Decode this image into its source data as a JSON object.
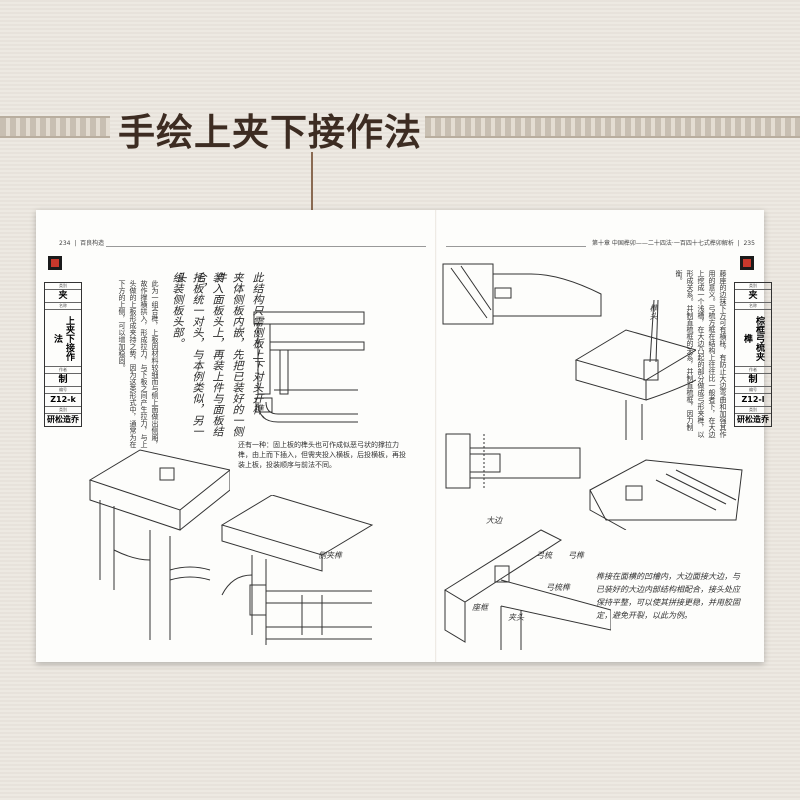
{
  "headline": "手绘上夹下接作法",
  "left_page": {
    "page_number": "234",
    "running_head": "百良构造",
    "sidebar": {
      "category_label": "类别",
      "category": "夹",
      "name_label": "名称",
      "name": "上夹下接作法",
      "author_label": "作者",
      "author": "制",
      "code_label": "编号",
      "code": "Z12-k",
      "type_label": "类别",
      "type": "研松造乔"
    },
    "handwritten_columns": [
      "此结构只需侧板上下对头开榫、",
      "夹体侧板内嵌，先把已装好的一侧件",
      "装入面板头上，再装上件与面板结合，",
      "托板统一对头，与本例类似，另一头",
      "组装侧板头部。"
    ],
    "body_text": "此为一组合榫，上板因材料较细而与侧上面做出侧厢，故作撑横拱入，形成拉力，与下板之间产生拉力，与上头做的上板形成夹持之势，因为这类形式中，通常为在下方的上侧，可以增加稳固。",
    "caption": "还有一种：固上板的榫头也可作成似恶弓状的撑拉力榫，由上而下插入，但需夹投入横板，后投横板，再投装上板，投装顺序与前法不同。",
    "annotation": "侧夹榫"
  },
  "right_page": {
    "page_number": "235",
    "running_head": "第十章  中国榫卯——二十四法·一百四十七式榫卯解析",
    "sidebar": {
      "category_label": "类别",
      "category": "夹",
      "name_label": "名称",
      "name": "棕框弓梳夹榫",
      "author_label": "作者",
      "author": "制",
      "code_label": "编号",
      "code": "Z12-l",
      "type_label": "类别",
      "type": "研松造乔"
    },
    "body_text": "藤座的边抹下方可有横枨，有防止大边弯曲和加强其作用的意义。弓梳方框在结构上往往比一般者下，在大边上挖成一个浅槽，在大边凸起的部分做成弓形夹榫，以形成关系。并制直梳框的关系，并制直梳框，因力制衡。",
    "annotations": [
      "榫头",
      "大边",
      "弓梳",
      "弓榫",
      "弓梳榫",
      "座框",
      "夹头"
    ],
    "handwritten_note": "榫接在面横的凹槽内，大边面接大边，与已装好的大边内部结构相配合，接头处应保持平整，可以使其拼接更稳，并用胶固定，避免开裂，以此为例。"
  }
}
